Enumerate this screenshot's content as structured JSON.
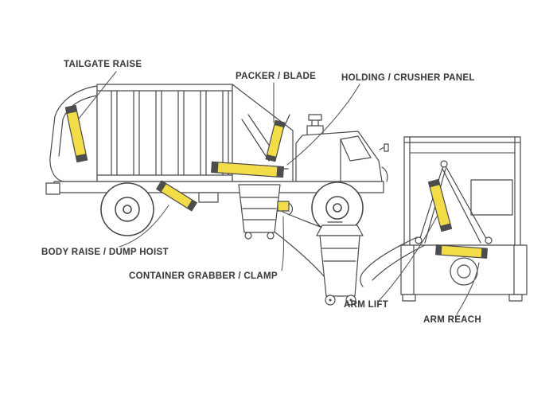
{
  "colors": {
    "cylinder_fill": "#f2dd49",
    "cylinder_cap": "#4d4d4d",
    "line": "#4a4a4a",
    "label_text": "#3d3d3d",
    "background": "#ffffff"
  },
  "labels": {
    "tailgate_raise": "TAILGATE RAISE",
    "packer_blade": "PACKER / BLADE",
    "holding_crusher_panel": "HOLDING / CRUSHER PANEL",
    "body_raise_dump_hoist": "BODY RAISE / DUMP HOIST",
    "container_grabber_clamp": "CONTAINER GRABBER / CLAMP",
    "arm_lift": "ARM LIFT",
    "arm_reach": "ARM REACH"
  }
}
